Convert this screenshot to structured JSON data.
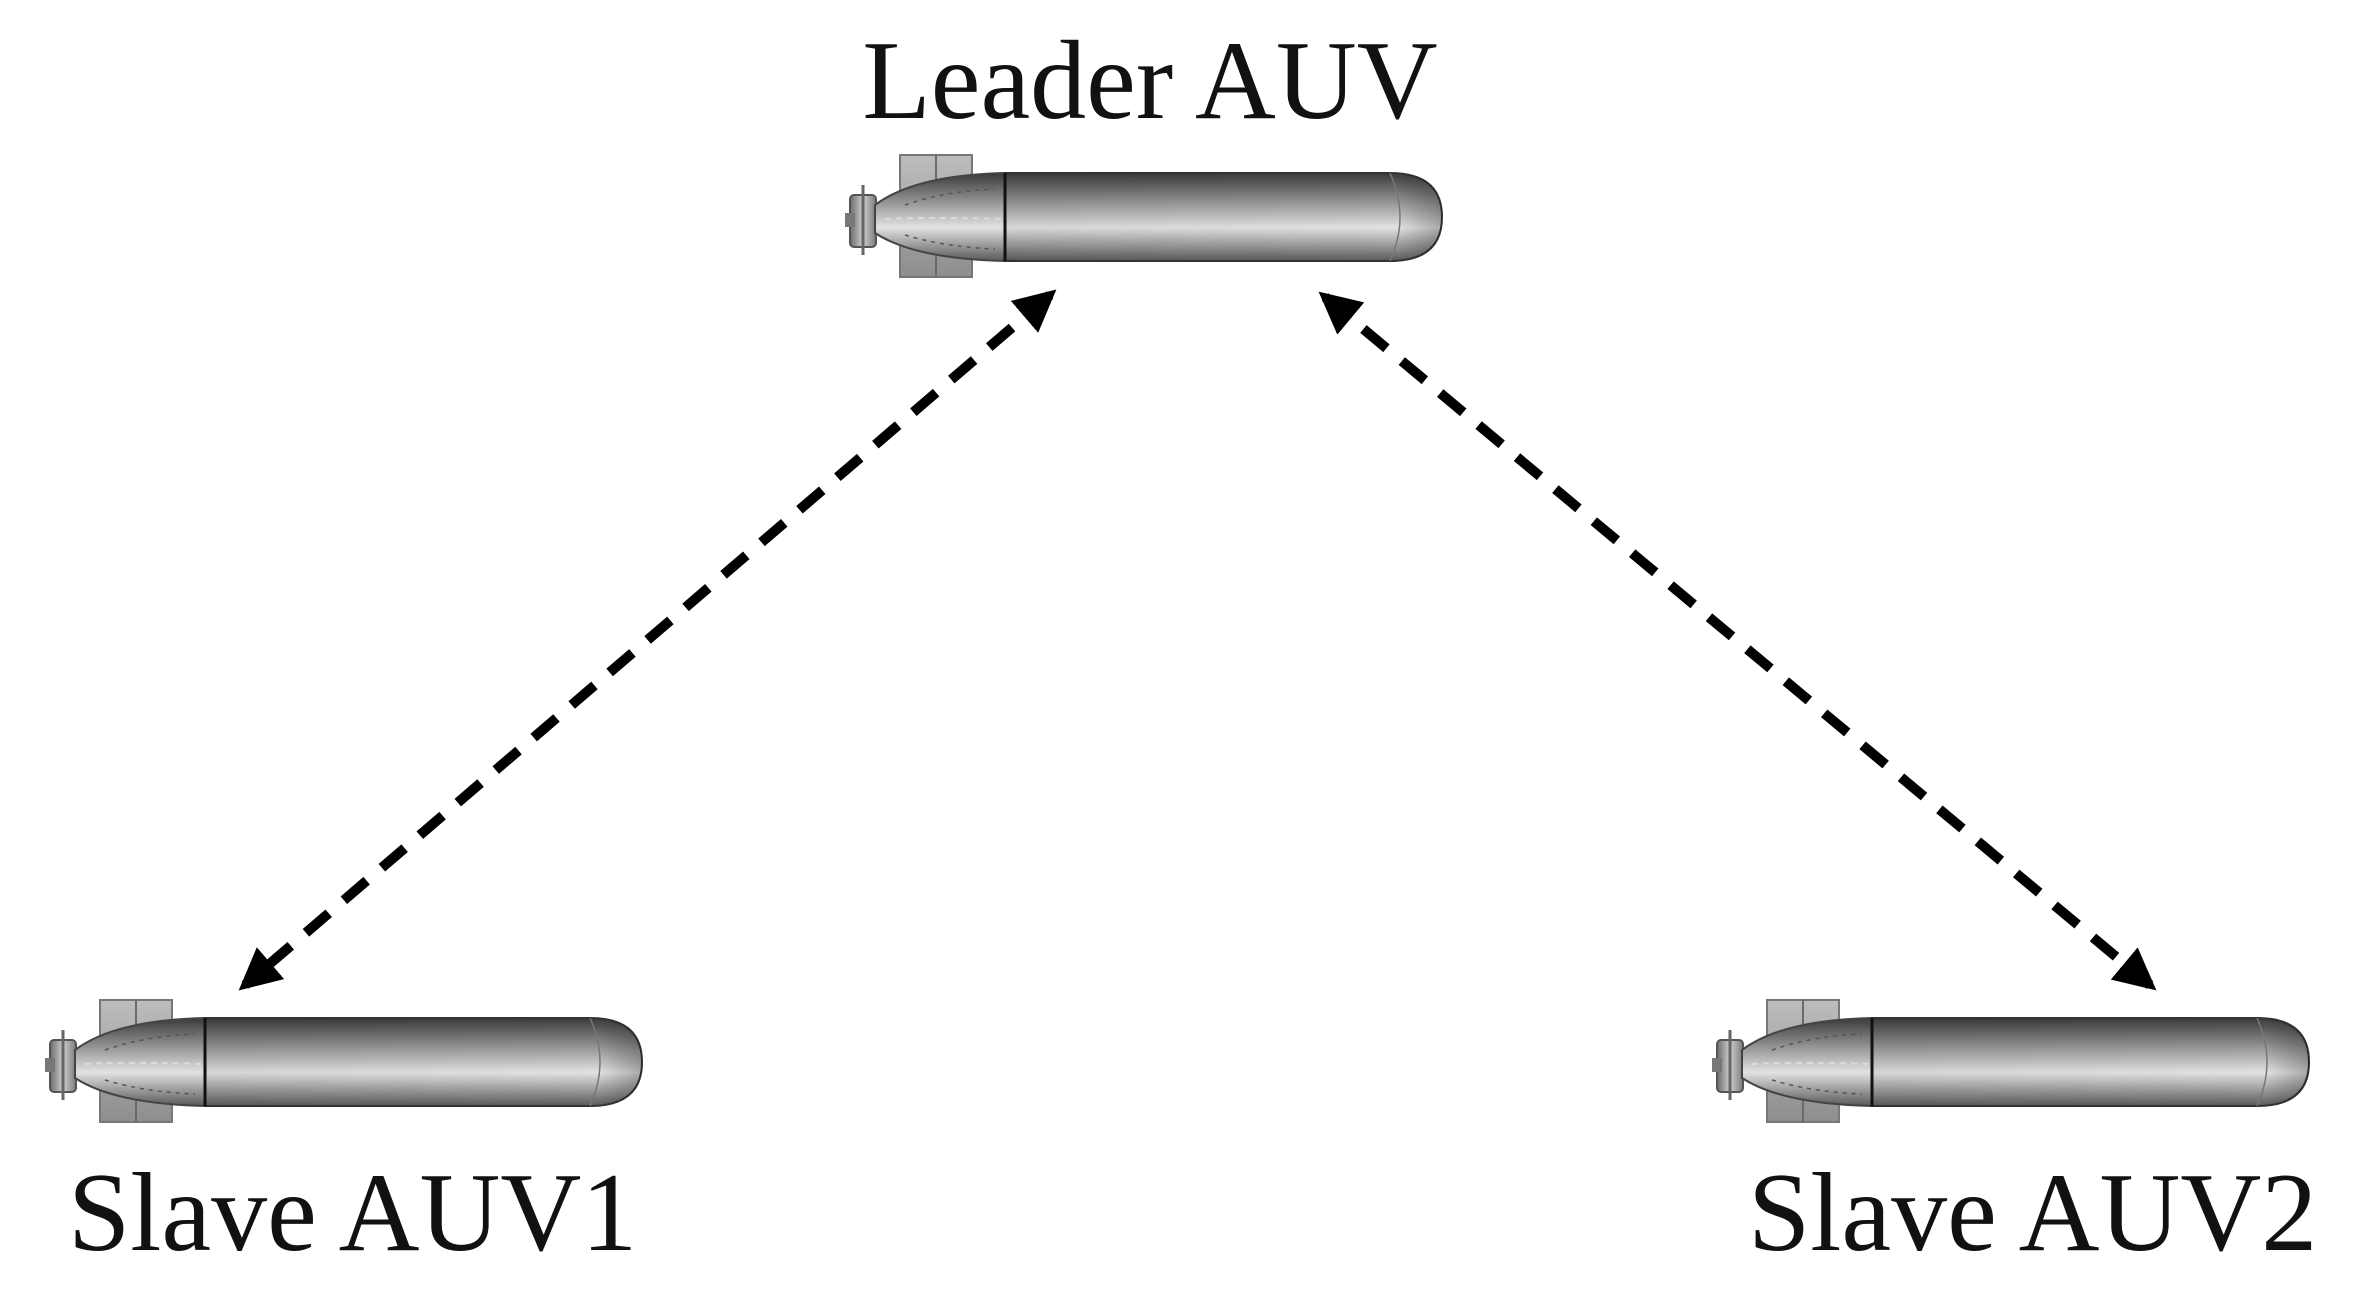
{
  "nodes": {
    "leader": {
      "label": "Leader AUV"
    },
    "slave1": {
      "label": "Slave AUV1"
    },
    "slave2": {
      "label": "Slave AUV2"
    }
  },
  "links": [
    {
      "from": "leader",
      "to": "slave1",
      "style": "dashed",
      "direction": "bidirectional"
    },
    {
      "from": "leader",
      "to": "slave2",
      "style": "dashed",
      "direction": "bidirectional"
    }
  ],
  "colors": {
    "text": "#111111",
    "arrow": "#000000",
    "hull_light": "#e2e2e2",
    "hull_dark": "#3a3a3a",
    "fin": "#a8a8a8"
  }
}
